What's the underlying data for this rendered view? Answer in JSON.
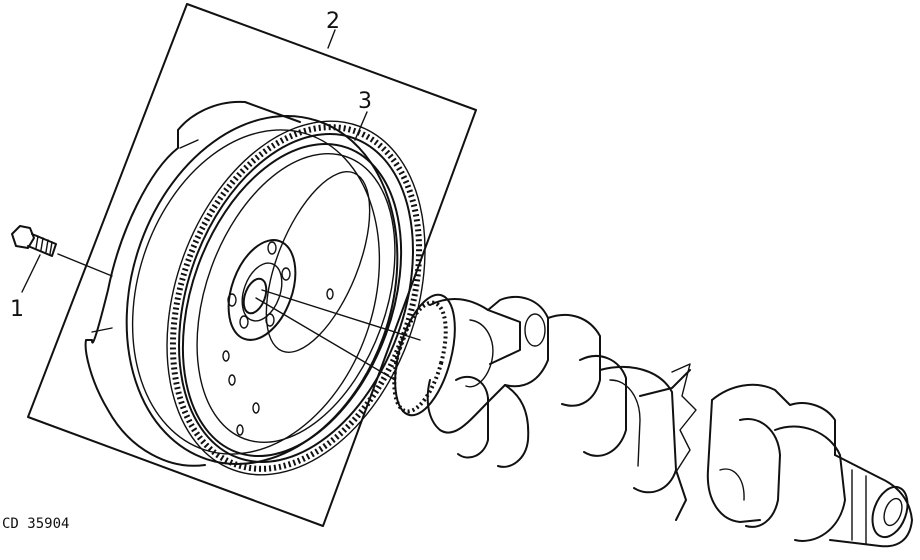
{
  "callouts": {
    "part_1": "1",
    "part_2": "2",
    "part_3": "3"
  },
  "figure_code": "CD 35904",
  "icons": [
    "cap-screw-icon",
    "flywheel-icon",
    "ring-gear-icon",
    "crankshaft-icon"
  ]
}
